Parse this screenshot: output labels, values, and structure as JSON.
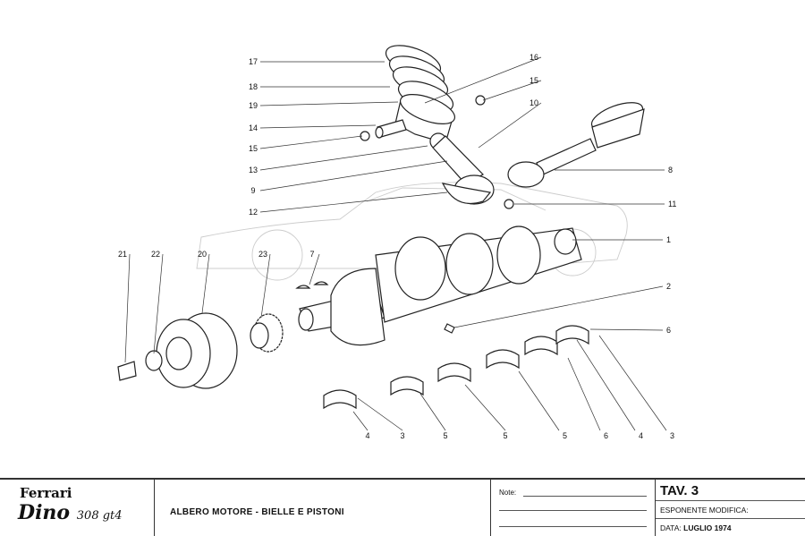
{
  "diagram": {
    "part_labels": [
      "17",
      "18",
      "19",
      "14",
      "15",
      "13",
      "9",
      "12",
      "16",
      "15",
      "10",
      "8",
      "11",
      "1",
      "2",
      "6",
      "21",
      "22",
      "20",
      "23",
      "7",
      "4",
      "3",
      "5",
      "5",
      "5",
      "6",
      "4",
      "3"
    ]
  },
  "title_block": {
    "brand": "Ferrari",
    "model_script": "Dino",
    "model_suffix": "308 gt4",
    "title": "ALBERO MOTORE - BIELLE E PISTONI",
    "note_label": "Note:",
    "table": "TAV. 3",
    "modification_label": "ESPONENTE MODIFICA:",
    "date_label": "DATA:",
    "date_value": "LUGLIO 1974"
  }
}
